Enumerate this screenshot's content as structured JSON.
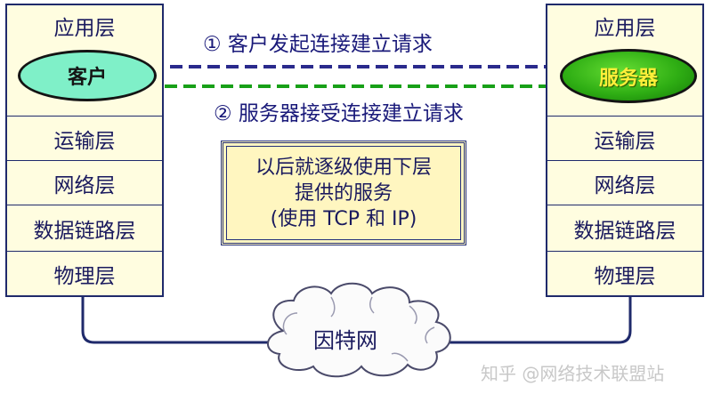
{
  "left_stack": {
    "layers": [
      "应用层",
      "客户",
      "运输层",
      "网络层",
      "数据链路层",
      "物理层"
    ]
  },
  "right_stack": {
    "layers": [
      "应用层",
      "服务器",
      "运输层",
      "网络层",
      "数据链路层",
      "物理层"
    ]
  },
  "arrows": {
    "request_label": "① 客户发起连接建立请求",
    "accept_label": "② 服务器接受连接建立请求",
    "request_color": "#2a2a8c",
    "accept_color": "#18a018"
  },
  "info_box": {
    "lines": [
      "以后就逐级使用下层",
      "提供的服务",
      "(使用 TCP 和 IP)"
    ]
  },
  "cloud": {
    "label": "因特网"
  },
  "watermark": "知乎 @网络技术联盟站",
  "colors": {
    "stack_fill": "#fffde0",
    "client_fill": "#7ff0c8",
    "server_fill": "#2fae14",
    "server_text": "#ffef3a",
    "info_fill": "#fff6c0"
  }
}
